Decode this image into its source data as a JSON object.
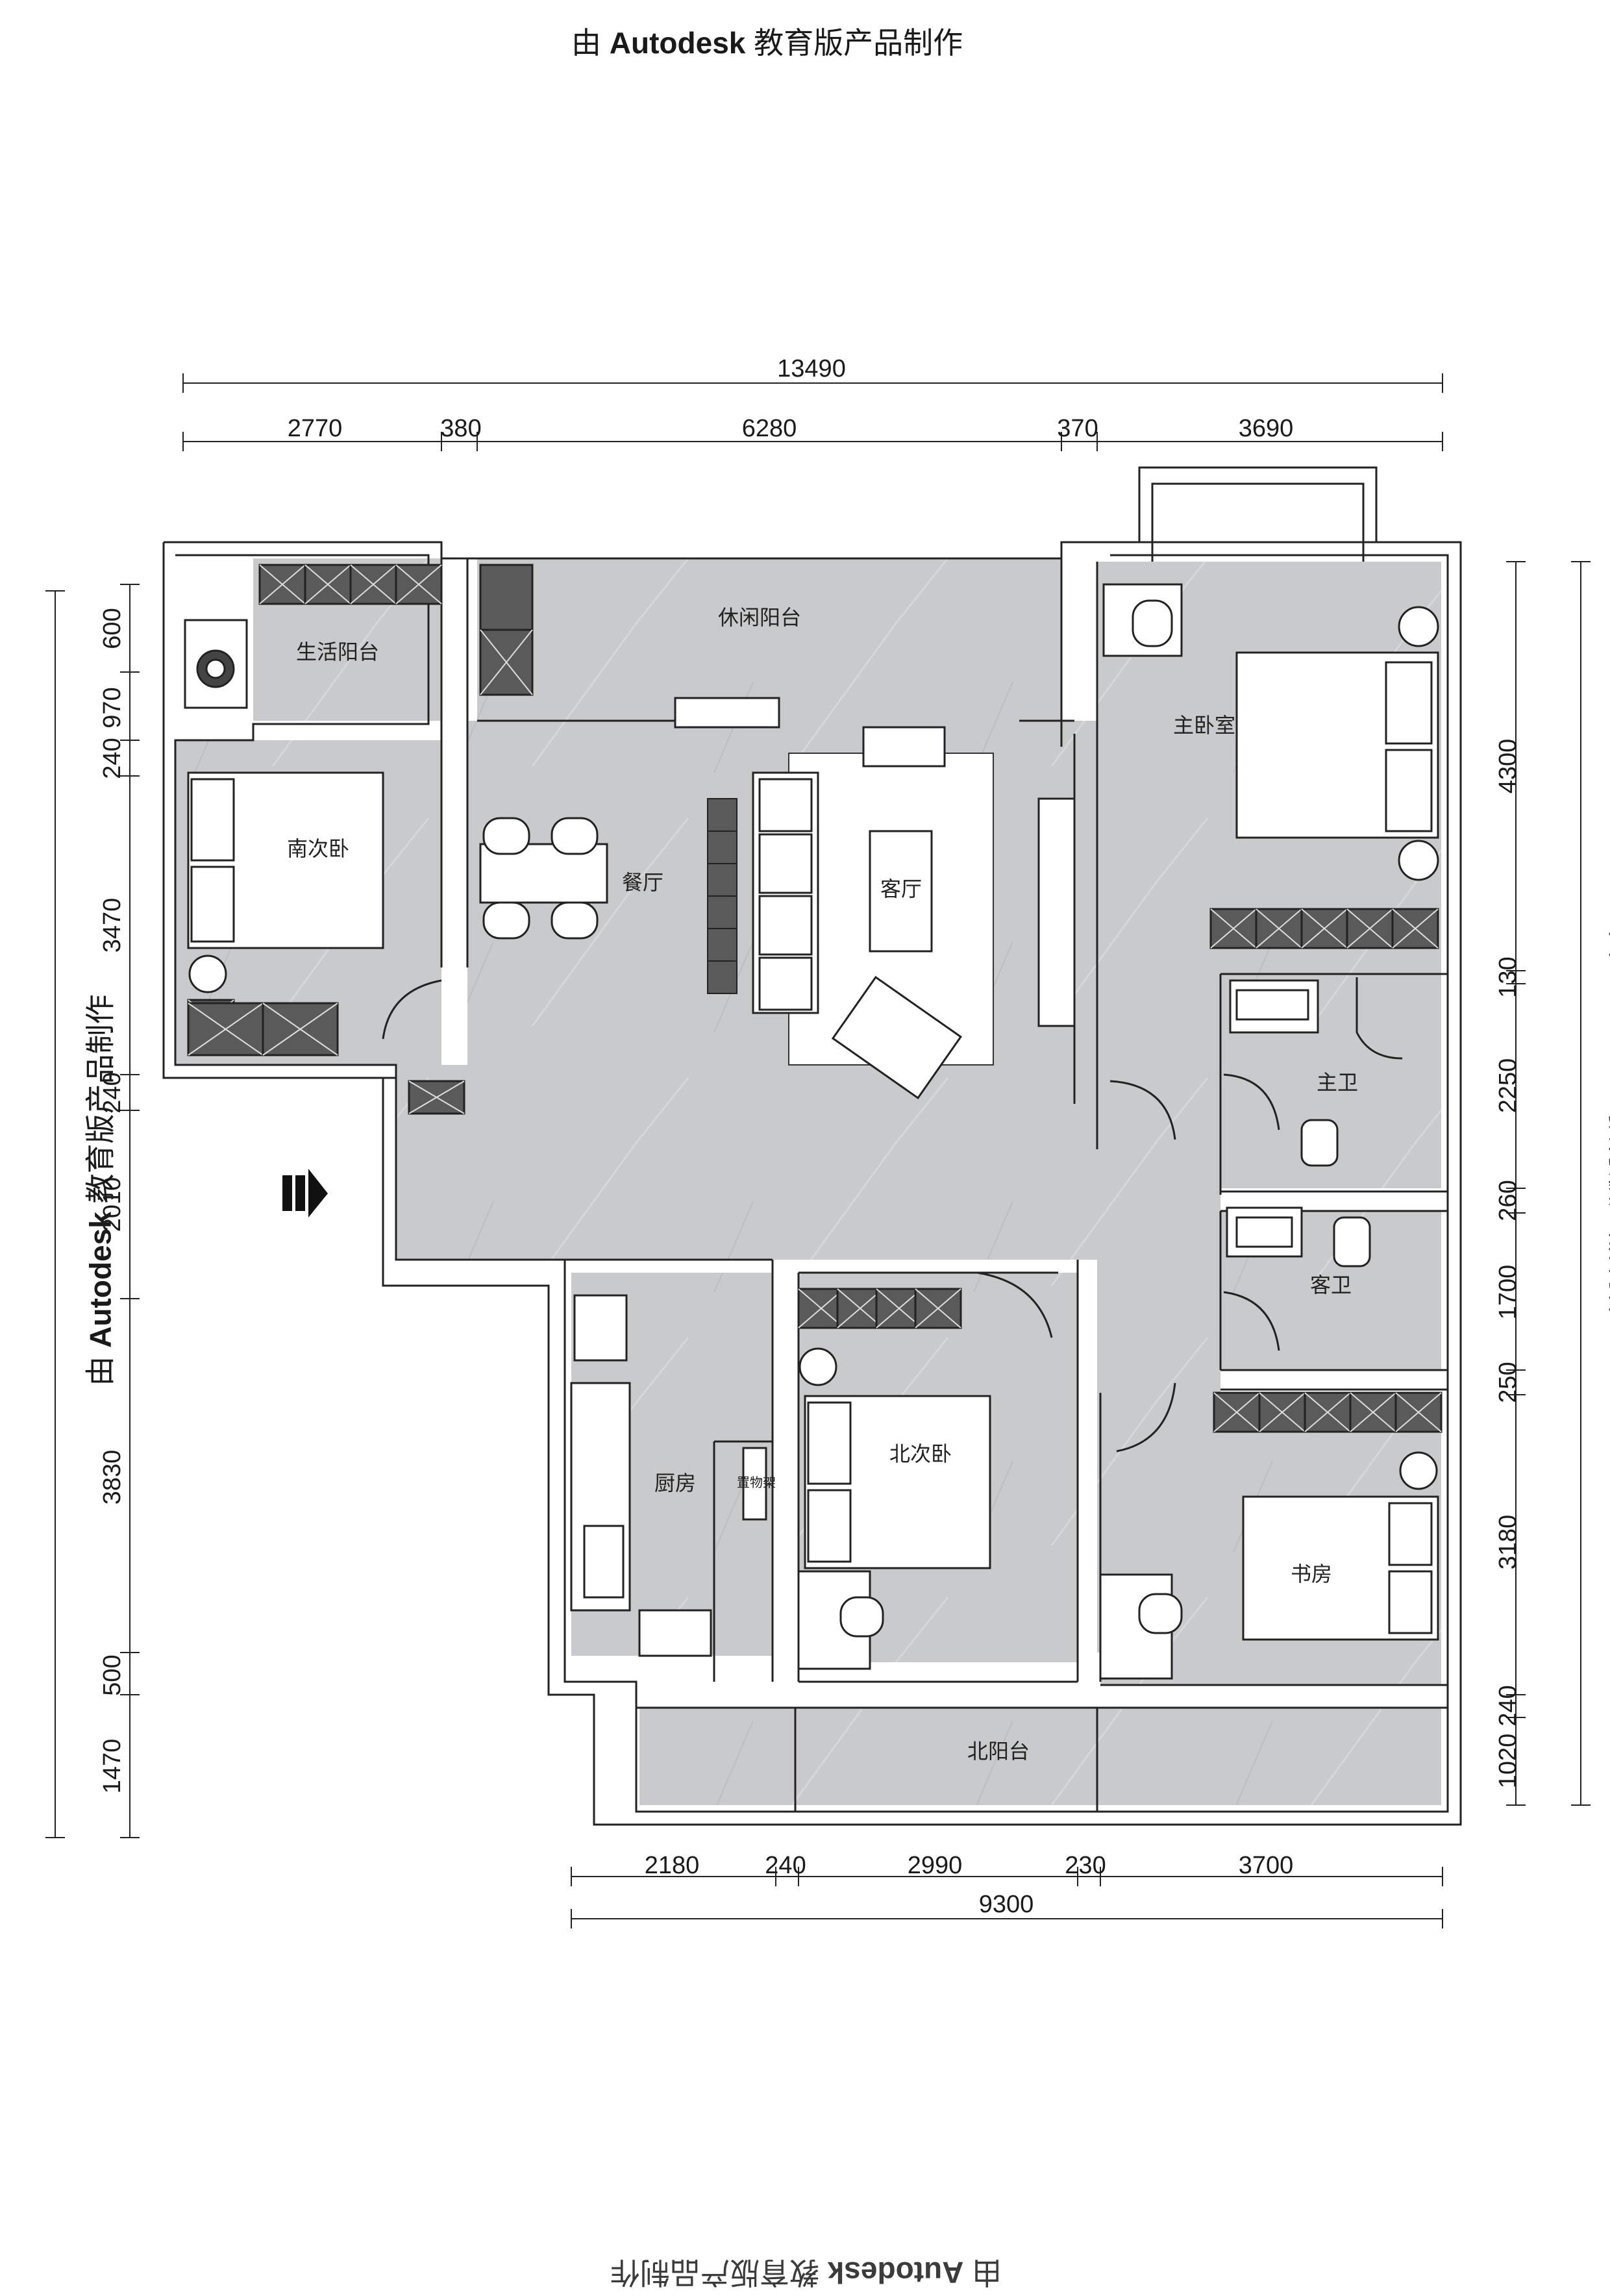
{
  "watermark": {
    "prefix": "由",
    "brand": "Autodesk",
    "suffix": "教育版产品制作"
  },
  "rooms": {
    "utility_balcony": "生活阳台",
    "leisure_balcony": "休闲阳台",
    "south_bedroom": "南次卧",
    "dining": "餐厅",
    "living": "客厅",
    "master_bedroom": "主卧室",
    "master_bath": "主卫",
    "guest_bath": "客卫",
    "kitchen": "厨房",
    "north_bedroom": "北次卧",
    "study": "书房",
    "north_balcony": "北阳台",
    "rack": "置物架"
  },
  "dimensions": {
    "top_total": "13490",
    "top_segments": [
      "2770",
      "380",
      "6280",
      "370",
      "3690"
    ],
    "bottom_segments": [
      "2180",
      "240",
      "2990",
      "230",
      "3700"
    ],
    "bottom_total": "9300",
    "left_segments": [
      "600",
      "970",
      "240",
      "3470",
      "240",
      "2010",
      "3830",
      "500",
      "1470"
    ],
    "right_segments": [
      "4300",
      "130",
      "2250",
      "260",
      "1700",
      "250",
      "3180",
      "240",
      "1020"
    ]
  },
  "colors": {
    "floor": "#c9cacc",
    "wall": "#2a2a2a",
    "cabinet": "#5a5a5a",
    "line": "#222222"
  }
}
